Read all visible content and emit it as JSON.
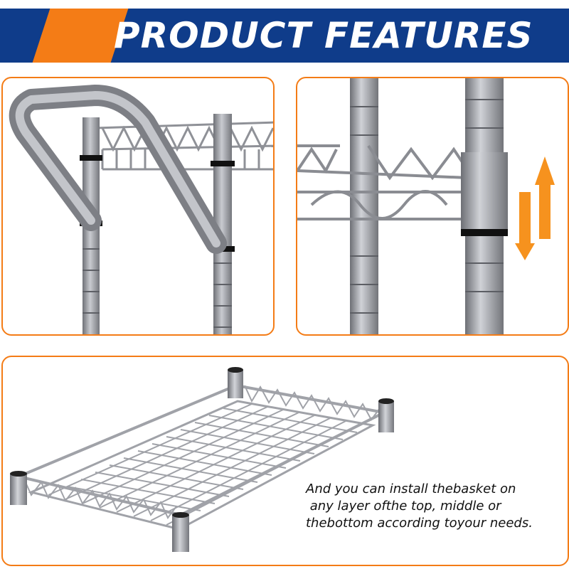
{
  "banner": {
    "title": "PRODUCT FEATURES",
    "background_color": "#0f3c8a",
    "accent_color": "#f47c16"
  },
  "panels": [
    {
      "subject": "handle-and-shelf-illustration"
    },
    {
      "subject": "adjustable-shelf-height-illustration",
      "icon": "up-down-arrows-icon"
    },
    {
      "subject": "wire-basket-illustration"
    }
  ],
  "caption": {
    "line1": "And you can install thebasket on",
    "line2": " any layer ofthe top, middle or",
    "line3": "thebottom according toyour needs."
  },
  "colors": {
    "panel_border": "#f47c16",
    "metal": "#9a9ca3",
    "arrow": "#f6921e"
  }
}
